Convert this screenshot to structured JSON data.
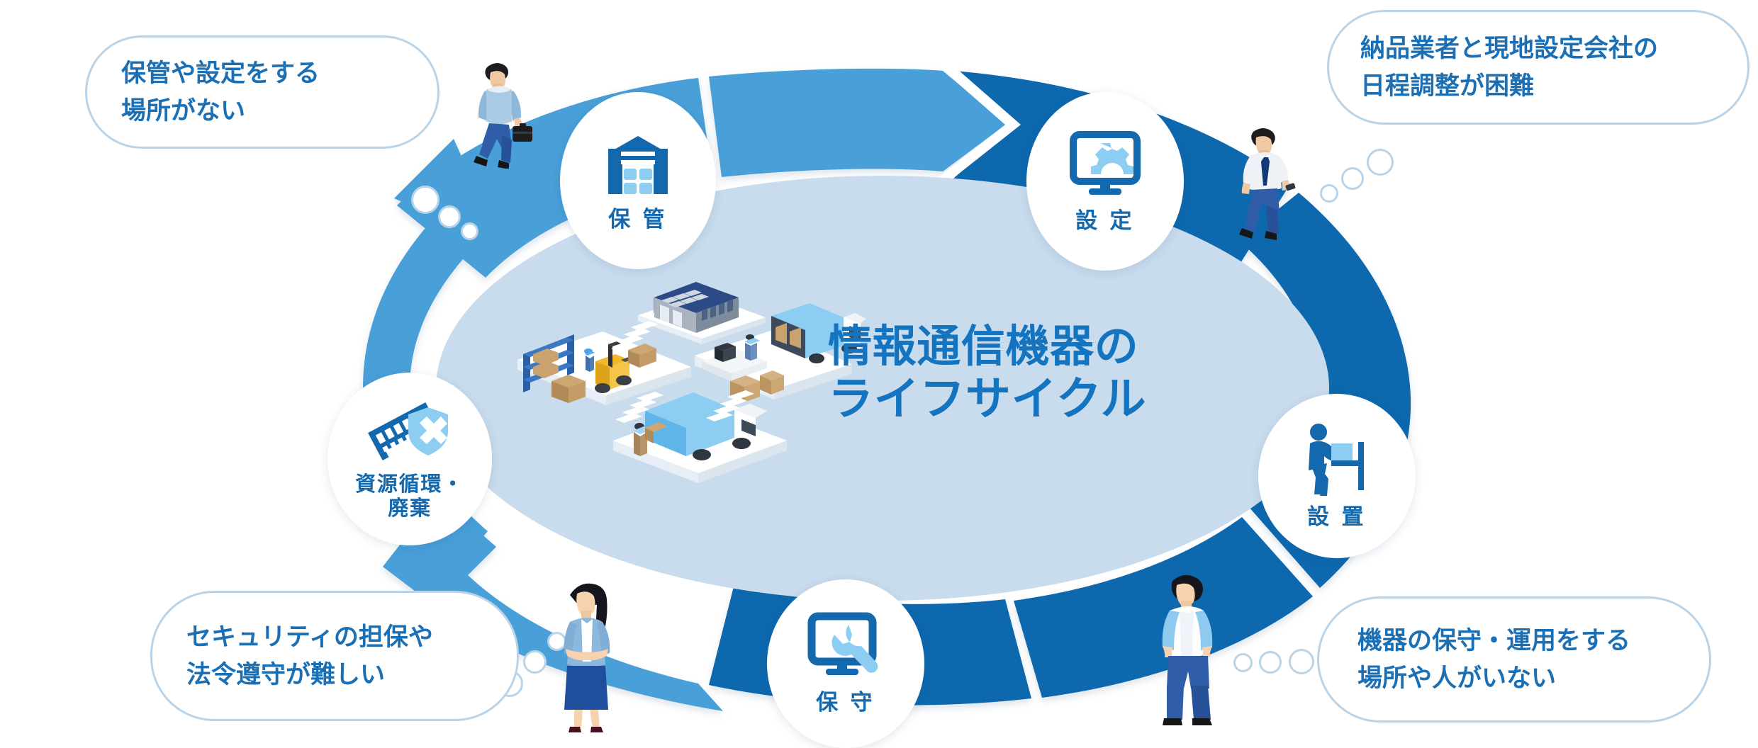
{
  "diagram": {
    "center": {
      "title_line1": "情報通信機器の",
      "title_line2": "ライフサイクル",
      "illustration_name": "isometric-logistics-warehouse-scene",
      "ellipse_color": "#c9dced",
      "title_color": "#1574bf"
    },
    "ring": {
      "light_arrow_color": "#4a9fd8",
      "dark_arrow_color": "#1068ae",
      "gap_color": "#ffffff",
      "direction": "clockwise"
    },
    "nodes": [
      {
        "id": "hokan",
        "label": "保 管",
        "icon": "warehouse-icon",
        "position": "top-left"
      },
      {
        "id": "settei",
        "label": "設 定",
        "icon": "monitor-gear-icon",
        "position": "top-right"
      },
      {
        "id": "setchi",
        "label": "設 置",
        "icon": "person-installing-icon",
        "position": "right"
      },
      {
        "id": "hoshu",
        "label": "保 守",
        "icon": "monitor-wrench-icon",
        "position": "bottom"
      },
      {
        "id": "shigen",
        "label_line1": "資源循環・",
        "label_line2": "廃棄",
        "icon": "memory-shield-x-icon",
        "position": "left"
      }
    ],
    "bubbles": [
      {
        "id": "bubble-storage",
        "line1": "保管や設定をする",
        "line2": "場所がない",
        "position": "top-left",
        "tail": "right-down"
      },
      {
        "id": "bubble-scheduling",
        "line1": "納品業者と現地設定会社の",
        "line2": "日程調整が困難",
        "position": "top-right",
        "tail": "left-down"
      },
      {
        "id": "bubble-security",
        "line1": "セキュリティの担保や",
        "line2": "法令遵守が難しい",
        "position": "bottom-left",
        "tail": "right-up"
      },
      {
        "id": "bubble-maintenance",
        "line1": "機器の保守・運用をする",
        "line2": "場所や人がいない",
        "position": "bottom-right",
        "tail": "left"
      }
    ],
    "people": [
      {
        "id": "person-businessman-briefcase",
        "description": "walking man with briefcase",
        "position": "top-left-ring"
      },
      {
        "id": "person-businessman-phone",
        "description": "walking man with smartphone",
        "position": "top-right-ring"
      },
      {
        "id": "person-businesswoman",
        "description": "standing woman arms crossed",
        "position": "bottom-left-ring"
      },
      {
        "id": "person-casual-man",
        "description": "standing man hands in pockets",
        "position": "bottom-right-ring"
      }
    ],
    "colors": {
      "brand_blue": "#1368ae",
      "light_blue": "#4a9fd8",
      "pale_blue": "#8ecdf2",
      "ellipse": "#c9dced",
      "outline": "#b9d4e8",
      "text_blue": "#1a6fb5"
    }
  }
}
